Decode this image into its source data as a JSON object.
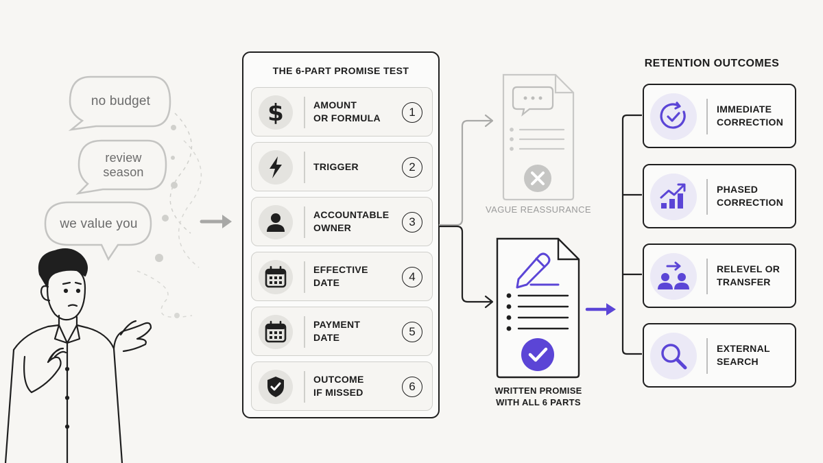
{
  "bubbles": [
    {
      "text": "no budget"
    },
    {
      "text": "review\nseason"
    },
    {
      "text": "we value you"
    }
  ],
  "test": {
    "title": "THE 6-PART PROMISE TEST",
    "rows": [
      {
        "label": "AMOUNT\nOR FORMULA",
        "num": "1",
        "icon": "dollar-icon"
      },
      {
        "label": "TRIGGER",
        "num": "2",
        "icon": "lightning-icon"
      },
      {
        "label": "ACCOUNTABLE\nOWNER",
        "num": "3",
        "icon": "person-icon"
      },
      {
        "label": "EFFECTIVE\nDATE",
        "num": "4",
        "icon": "calendar-icon"
      },
      {
        "label": "PAYMENT\nDATE",
        "num": "5",
        "icon": "calendar-icon"
      },
      {
        "label": "OUTCOME\nIF MISSED",
        "num": "6",
        "icon": "shield-check-icon"
      }
    ]
  },
  "vague": {
    "label": "VAGUE REASSURANCE",
    "icon": "x-circle-icon"
  },
  "written": {
    "label": "WRITTEN PROMISE\nWITH ALL 6 PARTS",
    "icon": "check-circle-icon"
  },
  "outcomes": {
    "title": "RETENTION OUTCOMES",
    "items": [
      {
        "label": "IMMEDIATE\nCORRECTION",
        "icon": "refresh-check-icon"
      },
      {
        "label": "PHASED\nCORRECTION",
        "icon": "growth-chart-icon"
      },
      {
        "label": "RELEVEL OR\nTRANSFER",
        "icon": "transfer-people-icon"
      },
      {
        "label": "EXTERNAL\nSEARCH",
        "icon": "search-icon"
      }
    ]
  },
  "colors": {
    "accent": "#5b45d6",
    "ink": "#1f1f1f",
    "muted": "#9a9a9a"
  }
}
